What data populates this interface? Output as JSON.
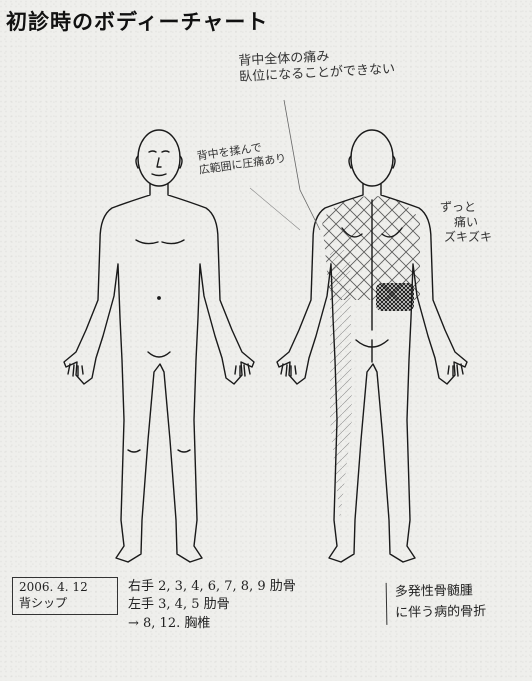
{
  "title": "初診時のボディーチャート",
  "notes": {
    "top": [
      "背中全体の痛み",
      "臥位になることができない"
    ],
    "side": [
      "背中を揉んで",
      "広範囲に圧痛あり"
    ],
    "right": [
      "ずっと",
      "痛い",
      "ズキズキ"
    ]
  },
  "date_box": {
    "date": "2006. 4. 12",
    "label": "背シップ"
  },
  "findings": [
    "右手 2, 3, 4, 6, 7, 8, 9 肋骨",
    "左手 3, 4, 5 肋骨",
    "→ 8, 12. 胸椎"
  ],
  "diagnosis": [
    "多発性骨髄腫",
    "に伴う病的骨折"
  ],
  "icons": {
    "front": "human-body-front-outline-icon",
    "back": "human-body-back-outline-icon"
  },
  "colors": {
    "ink": "#1a1a1a",
    "pencil": "#333333",
    "paper": "#efefec"
  }
}
